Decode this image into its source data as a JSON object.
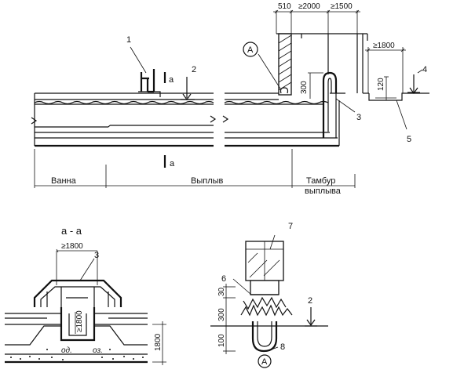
{
  "labels": {
    "callout_1": "1",
    "callout_2": "2",
    "callout_3": "3",
    "callout_4": "4",
    "callout_5": "5",
    "callout_6": "6",
    "callout_7": "7",
    "callout_8": "8",
    "callout_2_detail": "2",
    "callout_3_section": "3",
    "section_mark_top": "a",
    "section_mark_bottom": "a",
    "node_A": "A",
    "node_A_detail": "A",
    "section_title": "а - а"
  },
  "dimensions": {
    "d510": "510",
    "d2000": "≥2000",
    "d1500": "≥1500",
    "d1800_top": "≥1800",
    "d300_top": "300",
    "d120": "120",
    "d1800_section": "≥1800",
    "d1800_section_v": "≥1800",
    "d1800_right": "1800",
    "d30": "30",
    "d300_detail": "300",
    "d100": "100"
  },
  "zones": {
    "bath": "Ванна",
    "outflow": "Выплыв",
    "vestibule_1": "Тамбур",
    "vestibule_2": "выплыва"
  },
  "sand": {
    "text_1": "од.",
    "text_2": "оз."
  }
}
